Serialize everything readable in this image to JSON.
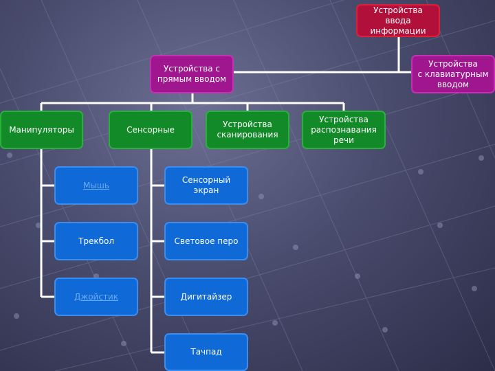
{
  "diagram": {
    "root": "Устройства ввода\nинформации",
    "direct_input": "Устройства с\nпрямым вводом",
    "keyboard_input": "Устройства\nс клавиатурным\nвводом",
    "manipulators": "Манипуляторы",
    "touch": "Сенсорные",
    "scanning": "Устройства\nсканирования",
    "speech": "Устройства\nраспознавания\nречи",
    "mouse": "Мышь",
    "trackball": "Трекбол",
    "joystick": "Джойстик",
    "touchscreen": "Сенсорный экран",
    "light_pen": "Световое перо",
    "digitizer": "Дигитайзер",
    "touchpad": "Тачпад"
  },
  "colors": {
    "root": "#b0103a",
    "level1": "#a0168f",
    "level2": "#128a28",
    "level3": "#0f6ad8",
    "connector": "#ffffff"
  }
}
